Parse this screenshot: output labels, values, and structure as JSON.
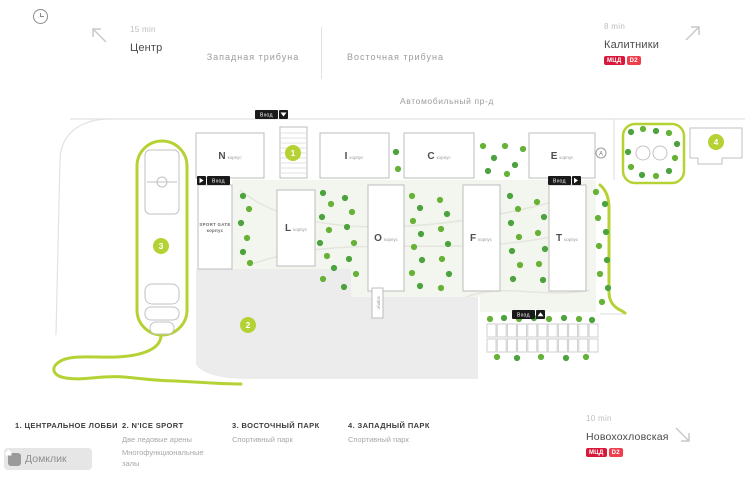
{
  "directions": {
    "center": {
      "time": "15 min",
      "label": "Центр"
    },
    "west_stand": "Западная трибуна",
    "east_stand": "Восточная трибуна",
    "kalitniki": {
      "time": "8 min",
      "label": "Калитники",
      "badge_mcd": "МЦД",
      "badge_line": "D2"
    },
    "novokhokhlovskaya": {
      "time": "10 min",
      "label": "Новохохловская",
      "badge_mcd": "МЦД",
      "badge_line": "D2"
    }
  },
  "map": {
    "street": "Автомобильный пр-д",
    "korpus_label": "корпус",
    "buildings_top": [
      "N",
      "I",
      "C",
      "E"
    ],
    "buildings_mid": [
      "L",
      "O",
      "F",
      "T"
    ],
    "sport_gate": {
      "name": "SPORT GATE",
      "sub": "корпус"
    },
    "entrance_label": "Вход",
    "stop_sign": "А",
    "markers": {
      "lobby": "1",
      "ice": "2",
      "east_park": "3",
      "west_park": "4"
    }
  },
  "legend": {
    "items": [
      {
        "title": "1. ЦЕНТРАЛЬНОЕ ЛОББИ",
        "line1": "",
        "line2": ""
      },
      {
        "title": "2. N'ICE SPORT",
        "line1": "Две ледовые арены",
        "line2": "Многофункциональные залы"
      },
      {
        "title": "3. ВОСТОЧНЫЙ ПАРК",
        "line1": "Спортивный парк",
        "line2": ""
      },
      {
        "title": "4. ЗАПАДНЫЙ ПАРК",
        "line1": "Спортивный парк",
        "line2": ""
      }
    ]
  },
  "watermark": {
    "label": "Домклик"
  },
  "colors": {
    "accent": "#b4d233",
    "tree1": "#4ca33e",
    "tree2": "#66b236",
    "badge_red": "#d8183a"
  }
}
